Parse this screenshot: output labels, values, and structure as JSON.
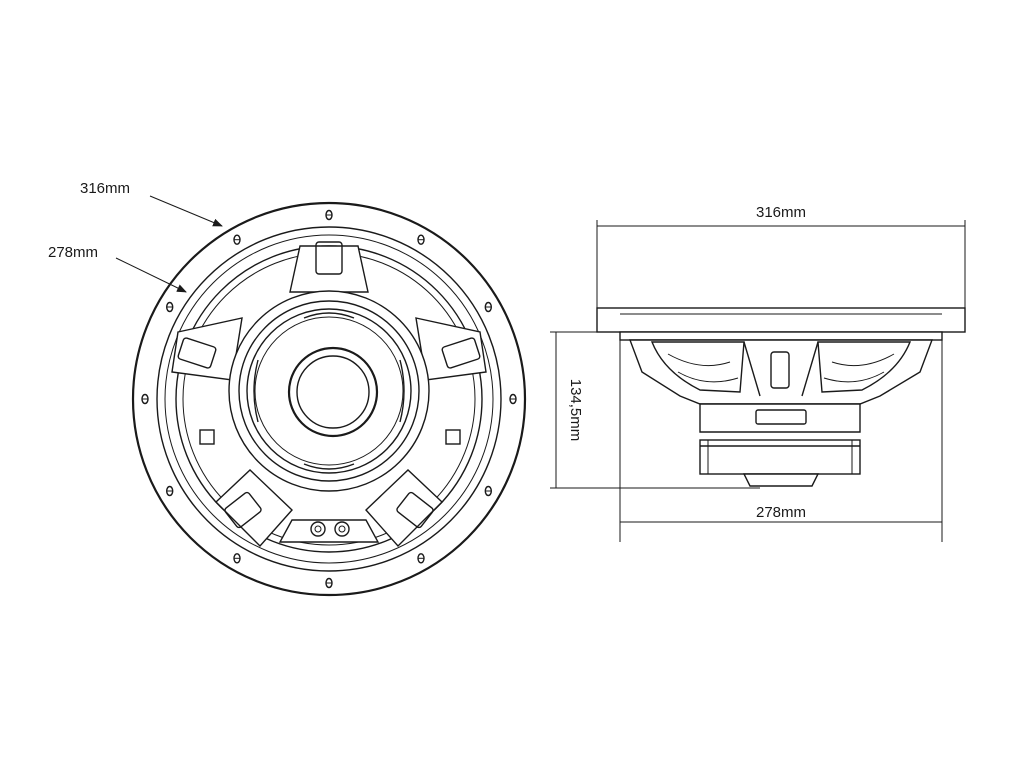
{
  "dimensions": {
    "front_outer": "316mm",
    "front_inner": "278mm",
    "side_width": "316mm",
    "side_depth": "134,5mm",
    "side_basket": "278mm"
  },
  "colors": {
    "line": "#1a1a1a",
    "background": "#ffffff"
  }
}
